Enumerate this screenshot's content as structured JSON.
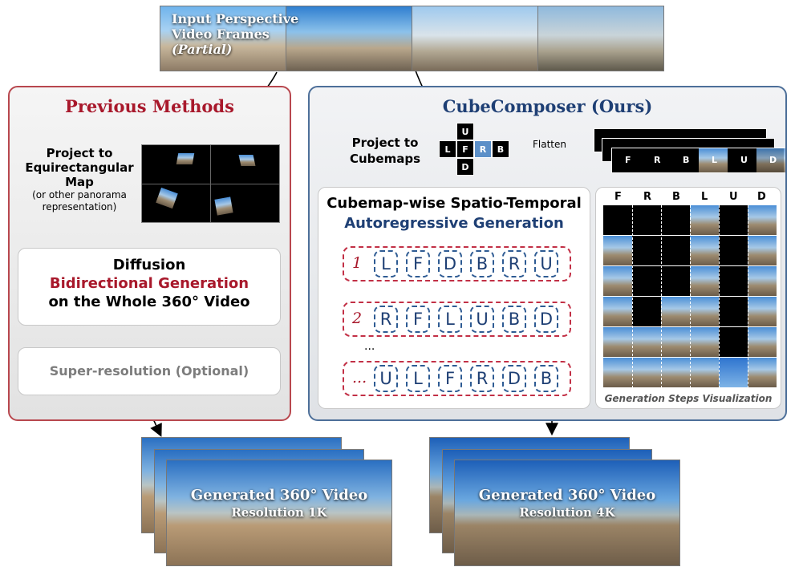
{
  "input": {
    "title_line1": "Input Perspective",
    "title_line2": "Video Frames",
    "title_line3": "(Partial)"
  },
  "previous": {
    "title": "Previous Methods",
    "project_line1": "Project to",
    "project_line2": "Equirectangular",
    "project_line3": "Map",
    "project_note1": "(or other panorama",
    "project_note2": "representation)",
    "diffusion_line1": "Diffusion",
    "diffusion_line2": "Bidirectional Generation",
    "diffusion_line3": "on the Whole 360° Video",
    "superres": "Super-resolution (Optional)"
  },
  "ours": {
    "title": "CubeComposer (Ours)",
    "project_line1": "Project to",
    "project_line2": "Cubemaps",
    "flatten": "Flatten",
    "cube_faces": [
      "U",
      "L",
      "F",
      "R",
      "B",
      "D"
    ],
    "flat_faces": [
      "F",
      "R",
      "B",
      "L",
      "U",
      "D"
    ],
    "gen_line1": "Cubemap-wise Spatio-Temporal",
    "gen_line2": "Autoregressive Generation",
    "rows": [
      {
        "num": "1",
        "faces": [
          "L",
          "F",
          "D",
          "B",
          "R",
          "U"
        ]
      },
      {
        "num": "2",
        "faces": [
          "R",
          "F",
          "L",
          "U",
          "B",
          "D"
        ]
      },
      {
        "num": "...",
        "faces": [
          "U",
          "L",
          "F",
          "R",
          "D",
          "B"
        ]
      }
    ],
    "ellipsis": "...",
    "vis_headers": [
      "F",
      "R",
      "B",
      "L",
      "U",
      "D"
    ],
    "vis_caption": "Generation Steps Visualization"
  },
  "outputs": [
    {
      "line1": "Generated 360° Video",
      "line2": "Resolution 1K"
    },
    {
      "line1": "Generated 360° Video",
      "line2": "Resolution 4K"
    }
  ]
}
